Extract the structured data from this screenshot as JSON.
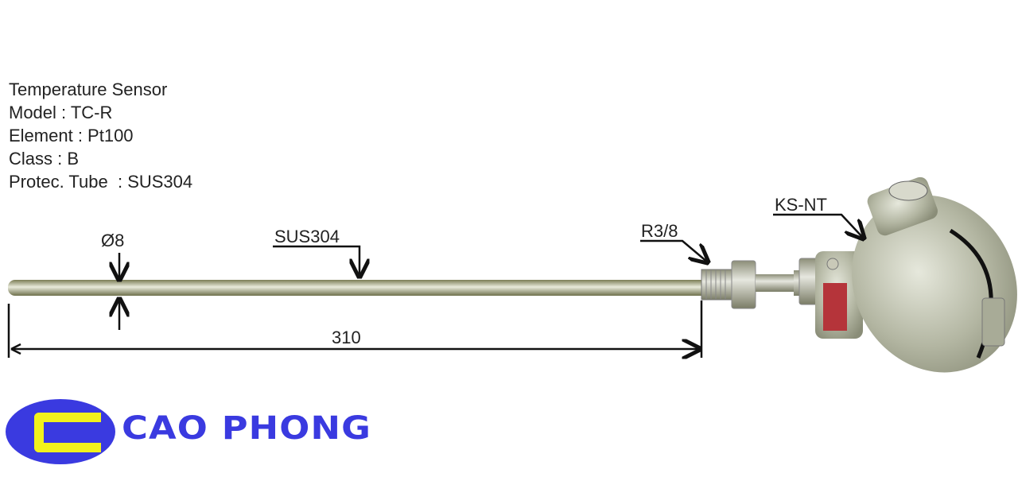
{
  "specs": {
    "title": "Temperature Sensor",
    "model": "Model : TC-R",
    "element": "Element : Pt100",
    "class": "Class : B",
    "tube": "Protec. Tube  : SUS304"
  },
  "labels": {
    "diameter": "Ø8",
    "material": "SUS304",
    "length": "310",
    "thread": "R3/8",
    "head": "KS-NT"
  },
  "logo": {
    "text": "CAO PHONG",
    "oval_color": "#3a3ae0",
    "c_color": "#f2f21c"
  }
}
